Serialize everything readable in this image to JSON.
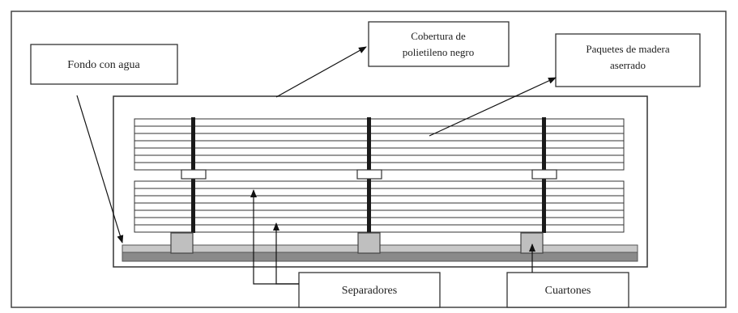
{
  "labels": {
    "fondo": "Fondo con agua",
    "cobertura_line1": "Cobertura de",
    "cobertura_line2": "polietileno negro",
    "paquetes_line1": "Paquetes de madera",
    "paquetes_line2": "aserrado",
    "separadores": "Separadores",
    "cuartones": "Cuartones"
  },
  "colors": {
    "frame": "#444444",
    "stroke": "#333333",
    "board": "#ffffff",
    "separator": "#1a1a1a",
    "cuarton_fill": "#bfbfbf",
    "base_light": "#c8c8c8",
    "base_dark": "#8a8a8a",
    "text": "#222222"
  }
}
